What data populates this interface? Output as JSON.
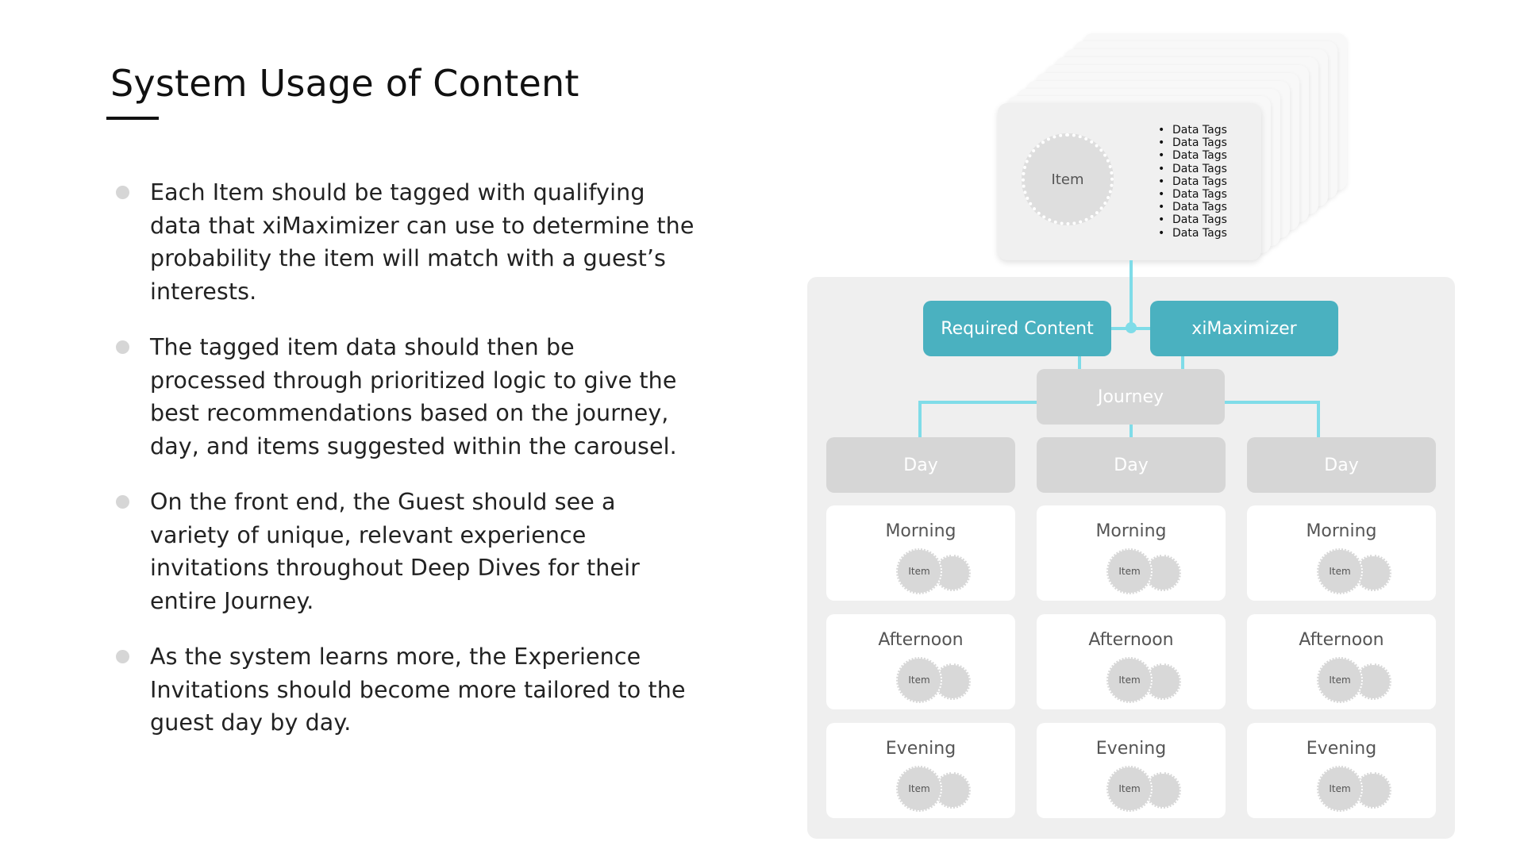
{
  "slide": {
    "title": "System Usage of Content",
    "bullets": [
      "Each Item should be tagged with qualifying data that xiMaximizer can use to determine the probability the item will match with a guest’s interests.",
      "The tagged item data should then be processed through prioritized logic to give the best recommendations based on the journey, day, and items suggested within the carousel.",
      "On the front end, the Guest should see a variety of unique, relevant experience invitations throughout Deep Dives for their entire Journey.",
      "As the system learns more, the Experience Invitations should become more tailored to the guest day by day."
    ]
  },
  "diagram": {
    "item_card": {
      "item_label": "Item",
      "tags": [
        "Data Tags",
        "Data Tags",
        "Data Tags",
        "Data Tags",
        "Data Tags",
        "Data Tags",
        "Data Tags",
        "Data Tags",
        "Data Tags"
      ]
    },
    "required_content": "Required Content",
    "ximaximizer": "xiMaximizer",
    "journey": "Journey",
    "days": [
      {
        "label": "Day",
        "slots": [
          {
            "label": "Morning",
            "item": "Item"
          },
          {
            "label": "Afternoon",
            "item": "Item"
          },
          {
            "label": "Evening",
            "item": "Item"
          }
        ]
      },
      {
        "label": "Day",
        "slots": [
          {
            "label": "Morning",
            "item": "Item"
          },
          {
            "label": "Afternoon",
            "item": "Item"
          },
          {
            "label": "Evening",
            "item": "Item"
          }
        ]
      },
      {
        "label": "Day",
        "slots": [
          {
            "label": "Morning",
            "item": "Item"
          },
          {
            "label": "Afternoon",
            "item": "Item"
          },
          {
            "label": "Evening",
            "item": "Item"
          }
        ]
      }
    ],
    "colors": {
      "teal": "#4ab1c0",
      "connector": "#7fdce8",
      "grey_box": "#d6d6d6",
      "panel": "#efefef"
    }
  }
}
